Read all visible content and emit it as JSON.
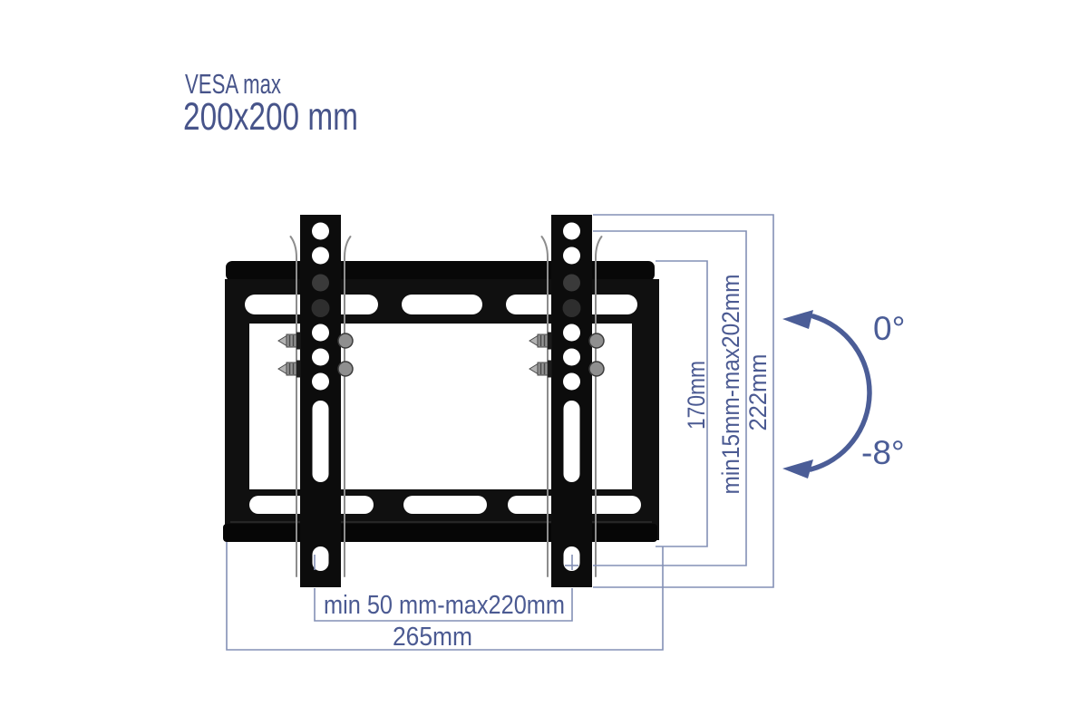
{
  "title": {
    "line1": "VESA max",
    "line2": "200x200 mm"
  },
  "dims": {
    "plate_height": "170mm",
    "vesa_vertical_range": "min15mm-max202mm",
    "rail_height": "222mm",
    "hole_spacing_range": "min 50 mm-max220mm",
    "plate_width": "265mm"
  },
  "tilt": {
    "max": "0°",
    "min": "-8°"
  },
  "colors": {
    "label_text": "#4b5a92",
    "title_text": "#47548a",
    "dimension_lines": "#8390b5",
    "tilt_arc": "#4b5d97",
    "bracket_metal": "#0d0d0d",
    "background": "#ffffff"
  }
}
